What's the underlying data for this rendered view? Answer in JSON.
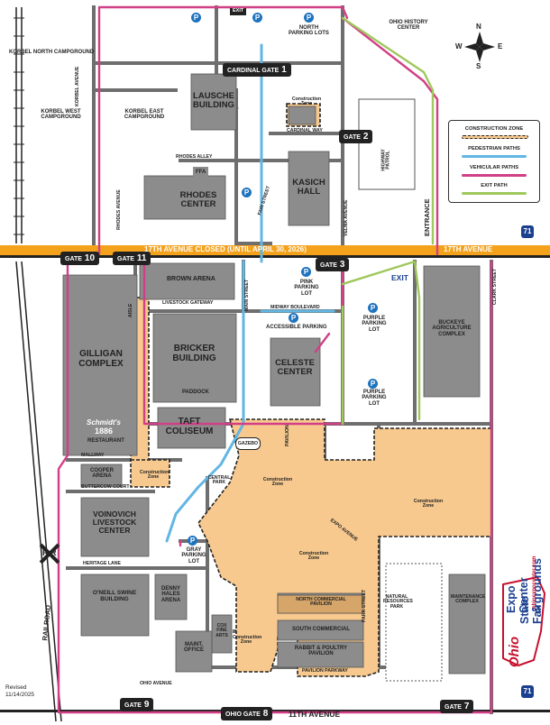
{
  "map": {
    "roads": {
      "17th_ave_closed": "17TH AVENUE CLOSED (UNTIL APRIL 30, 2026)",
      "17th_ave": "17TH AVENUE",
      "11th_ave": "11TH AVENUE",
      "korbel_ave": "KORBEL AVENUE",
      "rhodes_ave": "RHODES AVENUE",
      "rhodes_alley": "RHODES ALLEY",
      "cardinal_way": "CARDINAL WAY",
      "fair_street": "FAIR STREET",
      "main_street": "MAIN STREET",
      "velma_ave": "VELMA AVENUE",
      "livestock_gateway": "LIVESTOCK GATEWAY",
      "midway_blvd": "MIDWAY BOULEVARD",
      "aisle": "AISLE",
      "mallway": "MALLWAY",
      "buttercow_court": "BUTTERCOW COURT",
      "heritage_lane": "HERITAGE LANE",
      "pavilion_parkway": "PAVILION PARKWAY",
      "ohio_avenue": "OHIO AVENUE",
      "expo_avenue": "EXPO AVENUE",
      "park_street": "PARK STREET",
      "clark_street": "CLARK STREET",
      "railroad": "RAILROAD",
      "entrance": "ENTRANCE",
      "i71": "71",
      "rr_crossing": "R R",
      "exit_sign": "EXIT"
    },
    "buildings": {
      "lausche": "LAUSCHE BUILDING",
      "kasich": "KASICH HALL",
      "rhodes_center": "RHODES CENTER",
      "ffa": "FFA",
      "brown_arena": "BROWN ARENA",
      "gilligan": "GILLIGAN COMPLEX",
      "schmidts": "Schmidt's",
      "schmidts_year": "1886",
      "schmidts_restaurant": "RESTAURANT",
      "bricker": "BRICKER BUILDING",
      "paddock": "PADDOCK",
      "taft": "TAFT COLISEUM",
      "celeste": "CELESTE CENTER",
      "buckeye": "BUCKEYE AGRICULTURE COMPLEX",
      "cooper": "COOPER ARENA",
      "voinovich": "VOINOVICH LIVESTOCK CENTER",
      "oneill": "O'NEILL SWINE BUILDING",
      "denny": "DENNY HALES ARENA",
      "cox": "COX FINE ARTS",
      "maint_office": "MAINT. OFFICE",
      "north_commercial": "NORTH COMMERCIAL PAVILION",
      "south_commercial": "SOUTH COMMERCIAL",
      "rabbit": "RABBIT & POULTRY PAVILION",
      "natural_resources": "NATURAL RESOURCES PARK",
      "maintenance_complex": "MAINTENANCE COMPLEX",
      "ohio_history": "OHIO HISTORY CENTER",
      "highway_patrol": "HIGHWAY PATROL",
      "pavilion": "PAVILION",
      "gazebo": "GAZEBO",
      "central_park": "CENTRAL PARK"
    },
    "areas": {
      "korbel_north": "KORBEL NORTH CAMPGROUND",
      "korbel_west": "KORBEL WEST CAMPGROUND",
      "korbel_east": "KORBEL EAST CAMPGROUND",
      "north_parking": "NORTH PARKING LOTS",
      "pink_parking": "PINK PARKING LOT",
      "accessible_parking": "ACCESSIBLE PARKING",
      "purple_parking": "PURPLE PARKING LOT",
      "gray_parking": "GRAY PARKING LOT",
      "construction_zone": "Construction Zone"
    },
    "gates": {
      "cardinal": {
        "label": "CARDINAL GATE",
        "num": "1"
      },
      "gate2": {
        "label": "GATE",
        "num": "2"
      },
      "gate3": {
        "label": "GATE",
        "num": "3"
      },
      "gate7": {
        "label": "GATE",
        "num": "7"
      },
      "gate8": {
        "label": "OHIO GATE",
        "num": "8"
      },
      "gate9": {
        "label": "GATE",
        "num": "9"
      },
      "gate10": {
        "label": "GATE",
        "num": "10"
      },
      "gate11": {
        "label": "GATE",
        "num": "11"
      }
    },
    "legend": {
      "construction": "CONSTRUCTION ZONE",
      "pedestrian": "PEDESTRIAN PATHS",
      "vehicular": "VEHICULAR PATHS",
      "exit": "EXIT PATH"
    },
    "compass": {
      "n": "N",
      "s": "S",
      "e": "E",
      "w": "W"
    },
    "brand": {
      "title1": "Expo Center &",
      "title2": "State Fairgrounds",
      "url": "ohioexpocenter.com",
      "logo": "Ohio"
    },
    "revised": "Revised",
    "revised_date": "11/14/2025",
    "colors": {
      "construction": "#f7c98f",
      "building": "#8c8c8c",
      "road": "#6e6e6e",
      "pedestrian": "#62b6e3",
      "vehicular": "#d13f86",
      "exit": "#9fc85d",
      "closed_road": "#f4a11b",
      "parking_pin": "#1e73be"
    }
  }
}
